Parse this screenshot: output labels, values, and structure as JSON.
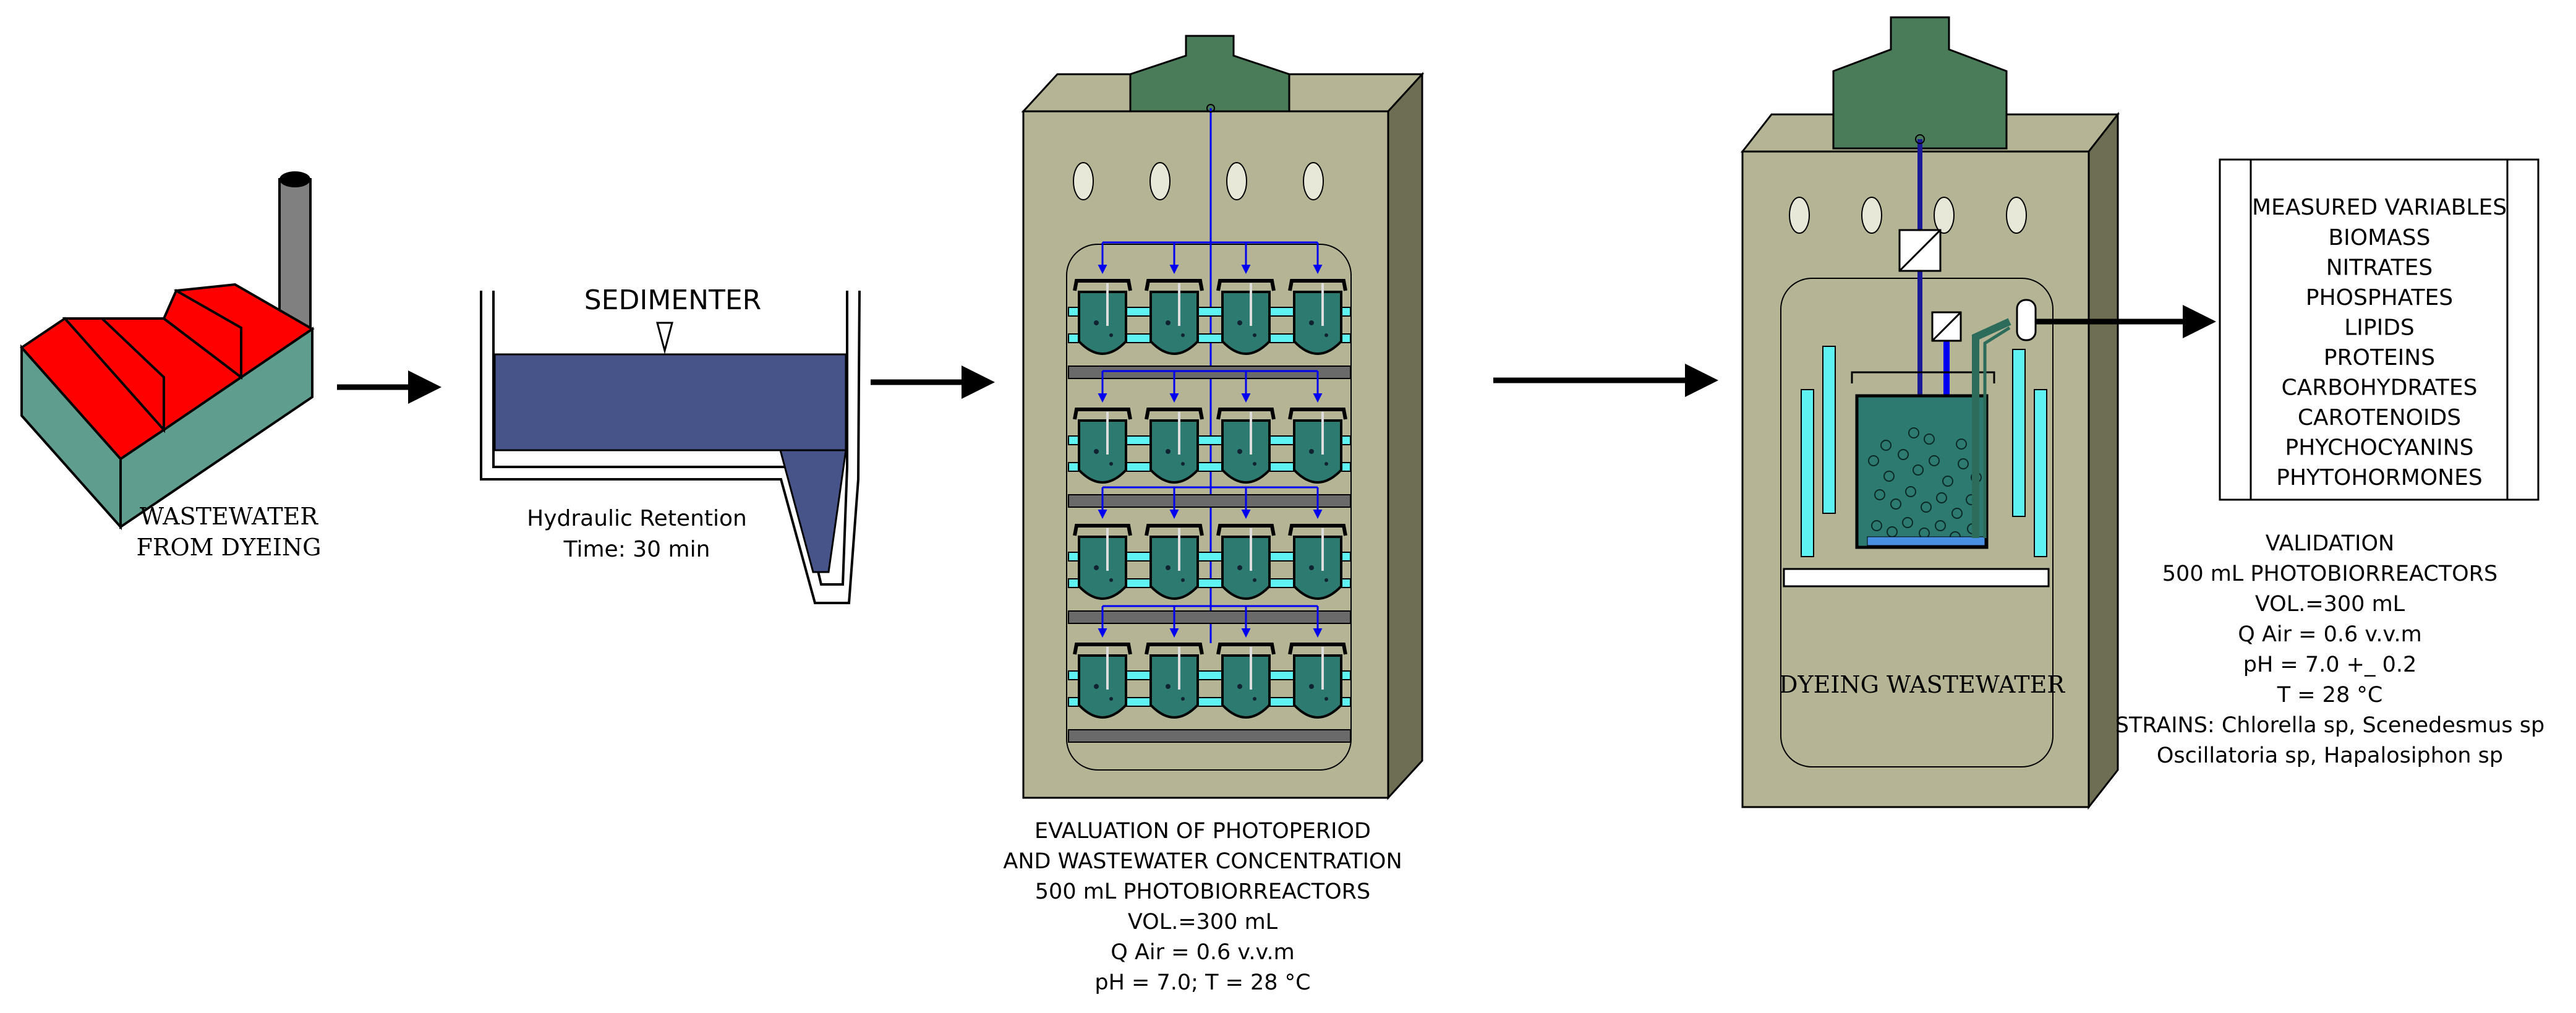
{
  "factory": {
    "label_lines": [
      "WASTEWATER",
      "FROM DYEING"
    ],
    "roof_color": "#ff0000",
    "wall_color": "#5f9e8f",
    "chimney_color": "#808080"
  },
  "sedimenter": {
    "title": "SEDIMENTER",
    "caption_lines": [
      "Hydraulic Retention",
      "Time: 30 min"
    ],
    "water_color": "#46548a"
  },
  "chamber_1": {
    "caption_lines": [
      "EVALUATION OF PHOTOPERIOD",
      "AND WASTEWATER CONCENTRATION",
      "500 mL PHOTOBIORREACTORS",
      "VOL.=300 mL",
      "Q Air = 0.6 v.v.m",
      "pH = 7.0; T = 28 °C"
    ],
    "rows": 4,
    "flasks_per_row": 4,
    "cabinet_color": "#b5b595",
    "lid_color": "#4a7c59",
    "liquid_color": "#2d7a70",
    "light_color": "#5ef2f2"
  },
  "chamber_2": {
    "label": "DYEING WASTEWATER"
  },
  "measured": {
    "title": "MEASURED VARIABLES",
    "items": [
      "BIOMASS",
      "NITRATES",
      "PHOSPHATES",
      "LIPIDS",
      "PROTEINS",
      "CARBOHYDRATES",
      "CAROTENOIDS",
      "PHYCHOCYANINS",
      "PHYTOHORMONES"
    ]
  },
  "validation": {
    "lines": [
      "VALIDATION",
      "500 mL PHOTOBIORREACTORS",
      "VOL.=300 mL",
      "Q Air = 0.6 v.v.m",
      "pH = 7.0 +_ 0.2",
      "T = 28 °C",
      "STRAINS: Chlorella sp, Scenedesmus sp",
      "Oscillatoria sp, Hapalosiphon sp"
    ]
  }
}
